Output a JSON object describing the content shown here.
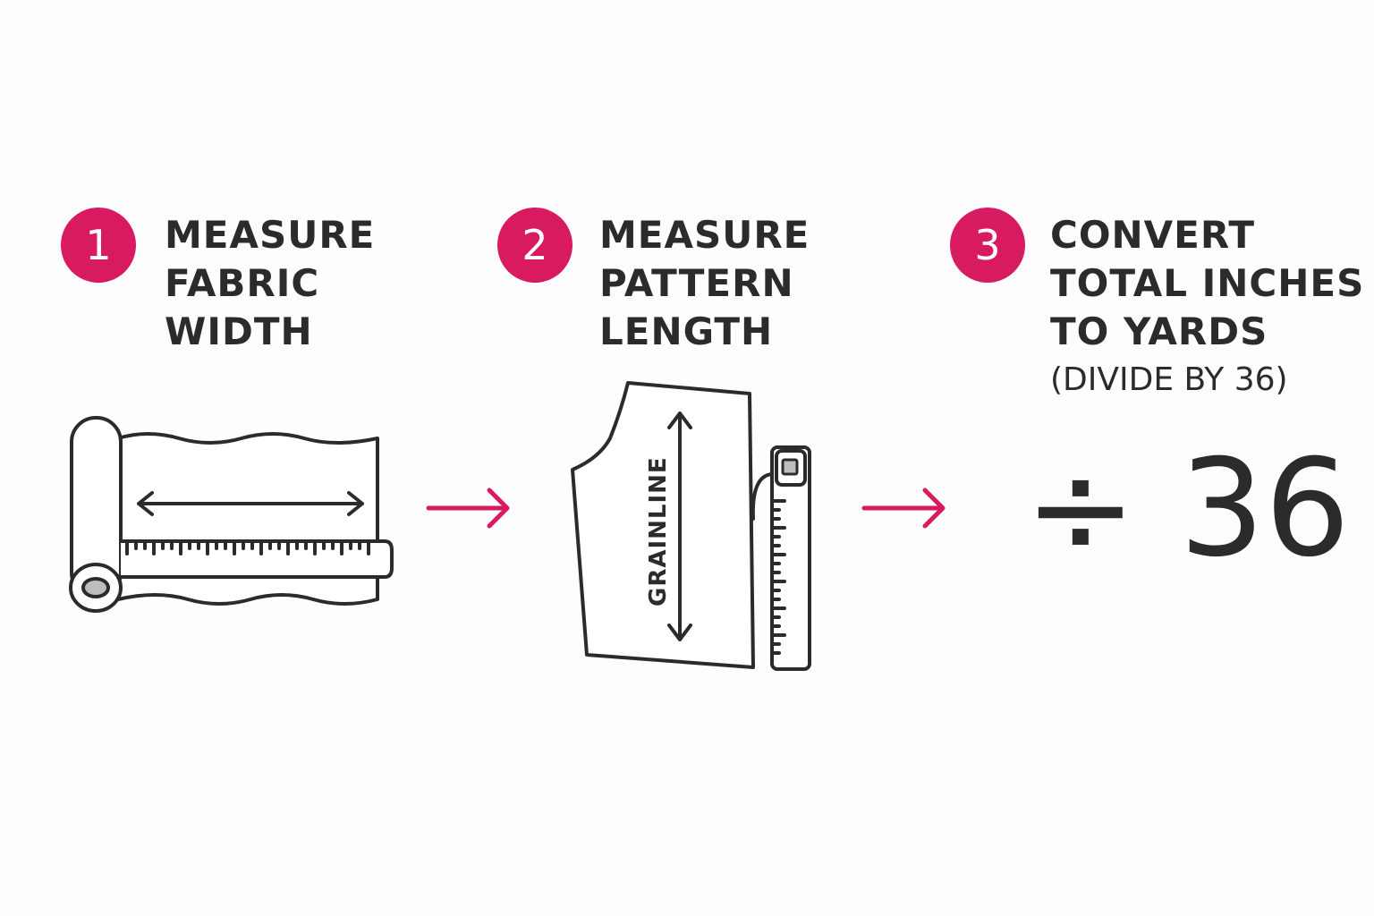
{
  "steps": [
    {
      "number": "1",
      "title_lines": [
        "MEASURE",
        "FABRIC",
        "WIDTH"
      ],
      "icon": "fabric-roll-with-tape-measure-icon"
    },
    {
      "number": "2",
      "title_lines": [
        "MEASURE",
        "PATTERN",
        "LENGTH"
      ],
      "icon": "pattern-piece-with-tape-measure-icon",
      "grainline_label": "GRAINLINE"
    },
    {
      "number": "3",
      "title_lines": [
        "CONVERT",
        "TOTAL INCHES",
        "TO YARDS"
      ],
      "note": "(DIVIDE BY 36)",
      "divide_display": "÷ 36"
    }
  ],
  "colors": {
    "accent": "#d81b60",
    "ink": "#2b2b2b",
    "background": "#fdfdfd"
  },
  "arrows": [
    "right-arrow-icon",
    "right-arrow-icon"
  ]
}
